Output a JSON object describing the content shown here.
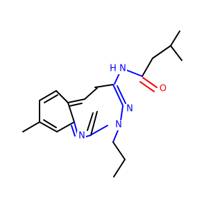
{
  "colors": {
    "carbon_bond": "#000000",
    "nitrogen": "#0000ff",
    "oxygen": "#ff0000",
    "background": "#ffffff"
  },
  "atoms": [
    {
      "id": "n_amide",
      "text": "N",
      "element": "nitrogen"
    },
    {
      "id": "h_amide",
      "text": "H",
      "element": "nitrogen"
    },
    {
      "id": "o_carbonyl",
      "text": "O",
      "element": "oxygen"
    },
    {
      "id": "n_pyrazole2",
      "text": "N",
      "element": "nitrogen"
    },
    {
      "id": "n_pyrazole1",
      "text": "N",
      "element": "nitrogen"
    },
    {
      "id": "n_quinoline",
      "text": "N",
      "element": "nitrogen"
    }
  ]
}
